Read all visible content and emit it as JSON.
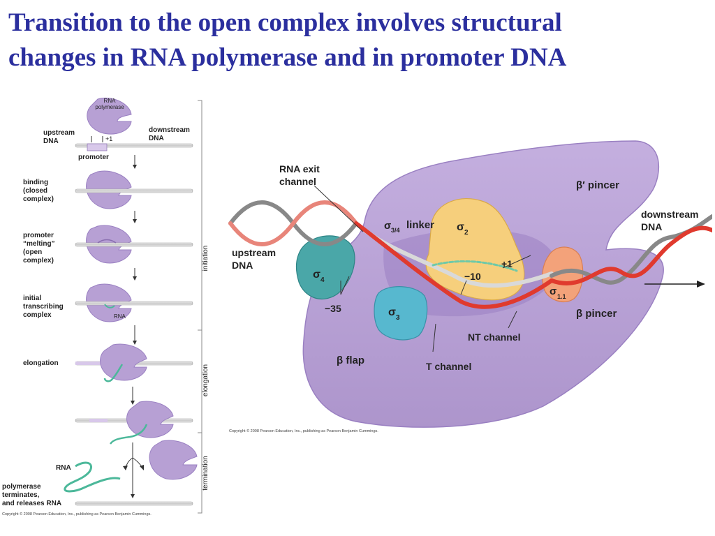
{
  "title": {
    "line1": "Transition to the open complex involves structural",
    "line2": "changes in RNA polymerase and in promoter DNA"
  },
  "left_figure": {
    "rna_polymerase_label": [
      "RNA",
      "polymerase"
    ],
    "upstream_label": [
      "upstream",
      "DNA"
    ],
    "downstream_label": [
      "downstream",
      "DNA"
    ],
    "plus_one": "+1",
    "promoter": "promoter",
    "steps": [
      {
        "lines": [
          "binding",
          "(closed",
          "complex)"
        ]
      },
      {
        "lines": [
          "promoter",
          "“melting”",
          "(open",
          "complex)"
        ]
      },
      {
        "lines": [
          "initial",
          "transcribing",
          "complex"
        ]
      },
      {
        "lines": [
          "elongation"
        ]
      }
    ],
    "rna_small": "RNA",
    "rna_end": "RNA",
    "termination_text": [
      "polymerase",
      "terminates,",
      "and releases RNA"
    ],
    "phases": [
      "initiation",
      "elongation",
      "termination"
    ],
    "copyright": "Copyright © 2008 Pearson Education, Inc., publishing as Pearson Benjamin Cummings."
  },
  "right_figure": {
    "rna_exit_channel": [
      "RNA exit",
      "channel"
    ],
    "beta_prime_pincer": "β′ pincer",
    "downstream_dna": [
      "downstream",
      "DNA"
    ],
    "upstream_dna": [
      "upstream",
      "DNA"
    ],
    "sigma_34_linker": "linker",
    "sigma_34_sub": "3/4",
    "sigma2_sub": "2",
    "sigma4_sub": "4",
    "sigma3_sub": "3",
    "sigma11_sub": "1.1",
    "sigma": "σ",
    "plus_one": "+1",
    "minus_ten": "−10",
    "minus_35": "−35",
    "beta_pincer": "β pincer",
    "nt_channel": "NT channel",
    "beta_flap": "β flap",
    "t_channel": "T channel",
    "copyright": "Copyright © 2008 Pearson Education, Inc., publishing as Pearson Benjamin Cummings."
  },
  "colors": {
    "title": "#2b2f9e",
    "polymerase": "#b7a0d4",
    "polymerase_dark": "#9a80c2",
    "sigma4": "#4aa7a8",
    "sigma3": "#57b8cf",
    "sigma2": "#f6cf7c",
    "sigma11": "#f3a27a",
    "dna_red": "#e03a2e",
    "rna_green": "#4cb89a"
  }
}
